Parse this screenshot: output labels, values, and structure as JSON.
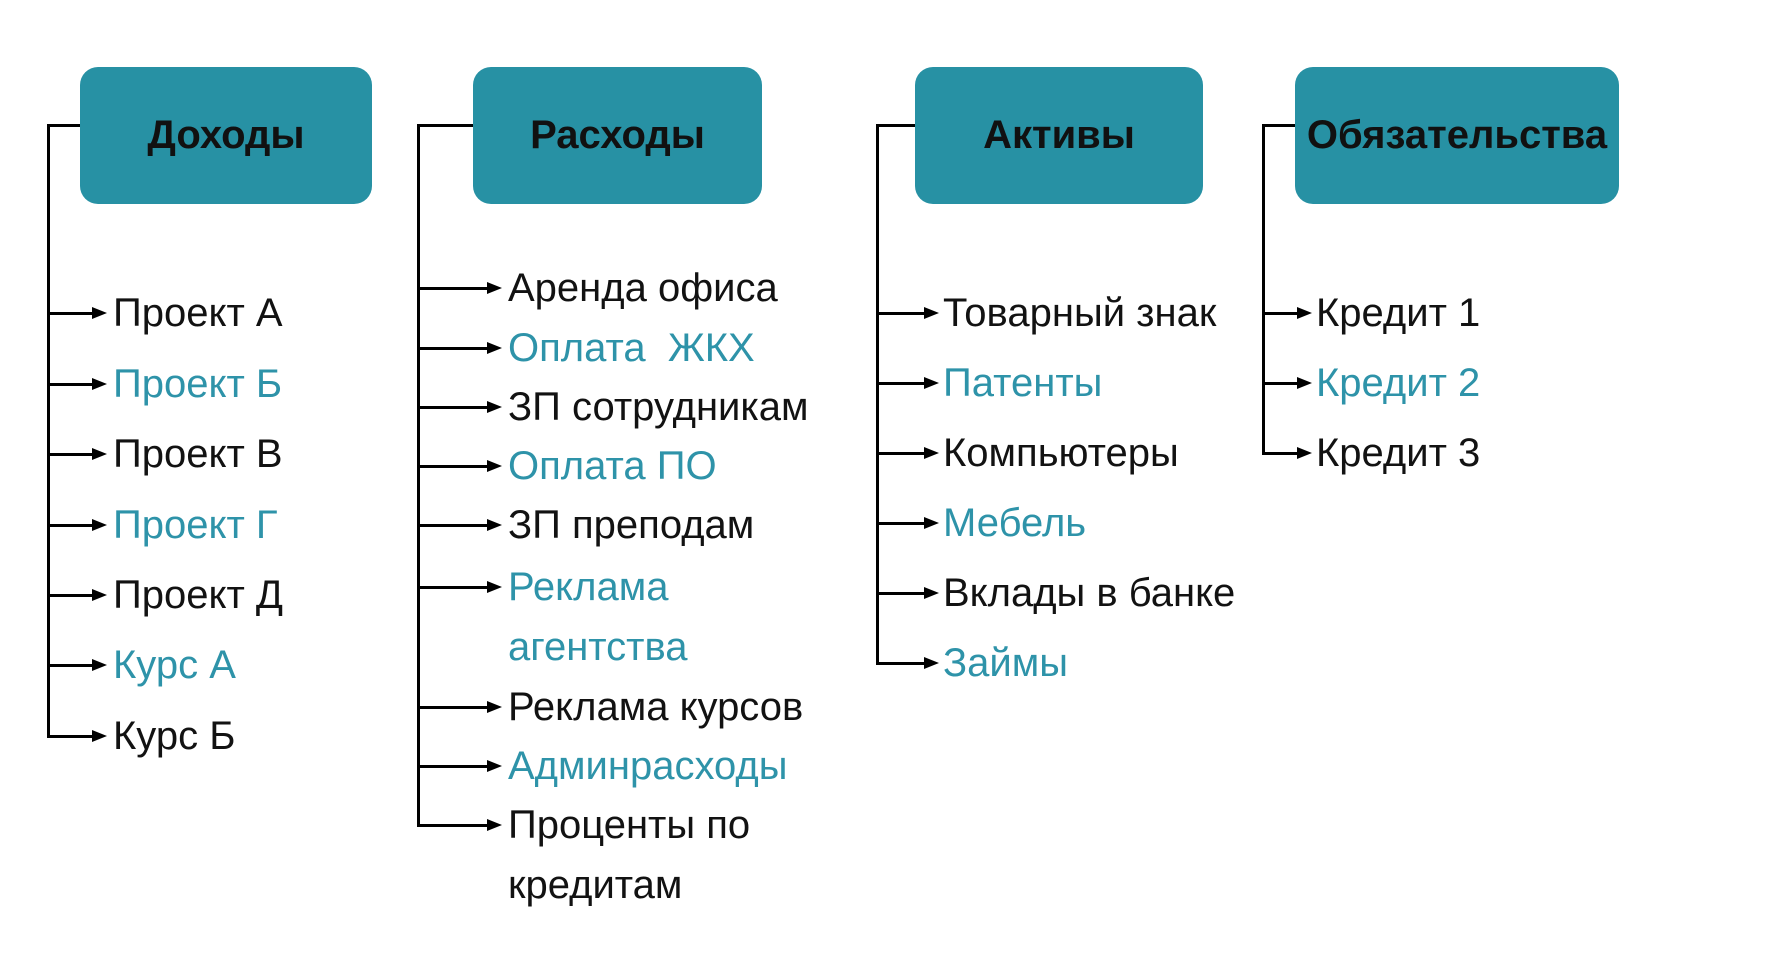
{
  "colors": {
    "header_fill": "#2791A4",
    "accent_text": "#2E93A9",
    "black_text": "#121212",
    "line": "#000000",
    "background": "#FFFFFF"
  },
  "columns": [
    {
      "title": "Доходы",
      "items": [
        {
          "label": "Проект А",
          "color": "black"
        },
        {
          "label": "Проект Б",
          "color": "teal"
        },
        {
          "label": "Проект В",
          "color": "black"
        },
        {
          "label": "Проект Г",
          "color": "teal"
        },
        {
          "label": "Проект Д",
          "color": "black"
        },
        {
          "label": "Курс А",
          "color": "teal"
        },
        {
          "label": "Курс Б",
          "color": "black"
        }
      ]
    },
    {
      "title": "Расходы",
      "items": [
        {
          "label": "Аренда офиса",
          "color": "black"
        },
        {
          "label": "Оплата  ЖКХ",
          "color": "teal"
        },
        {
          "label": "ЗП сотрудникам",
          "color": "black"
        },
        {
          "label": "Оплата ПО",
          "color": "teal"
        },
        {
          "label": "ЗП преподам",
          "color": "black"
        },
        {
          "label": "Реклама агентства",
          "color": "teal"
        },
        {
          "label": "Реклама курсов",
          "color": "black"
        },
        {
          "label": "Админрасходы",
          "color": "teal"
        },
        {
          "label": "Проценты по кредитам",
          "color": "black"
        }
      ]
    },
    {
      "title": "Активы",
      "items": [
        {
          "label": "Товарный знак",
          "color": "black"
        },
        {
          "label": "Патенты",
          "color": "teal"
        },
        {
          "label": "Компьютеры",
          "color": "black"
        },
        {
          "label": "Мебель",
          "color": "teal"
        },
        {
          "label": "Вклады в банке",
          "color": "black"
        },
        {
          "label": "Займы",
          "color": "teal"
        }
      ]
    },
    {
      "title": "Обязательства",
      "items": [
        {
          "label": "Кредит 1",
          "color": "black"
        },
        {
          "label": "Кредит 2",
          "color": "teal"
        },
        {
          "label": "Кредит 3",
          "color": "black"
        }
      ]
    }
  ]
}
